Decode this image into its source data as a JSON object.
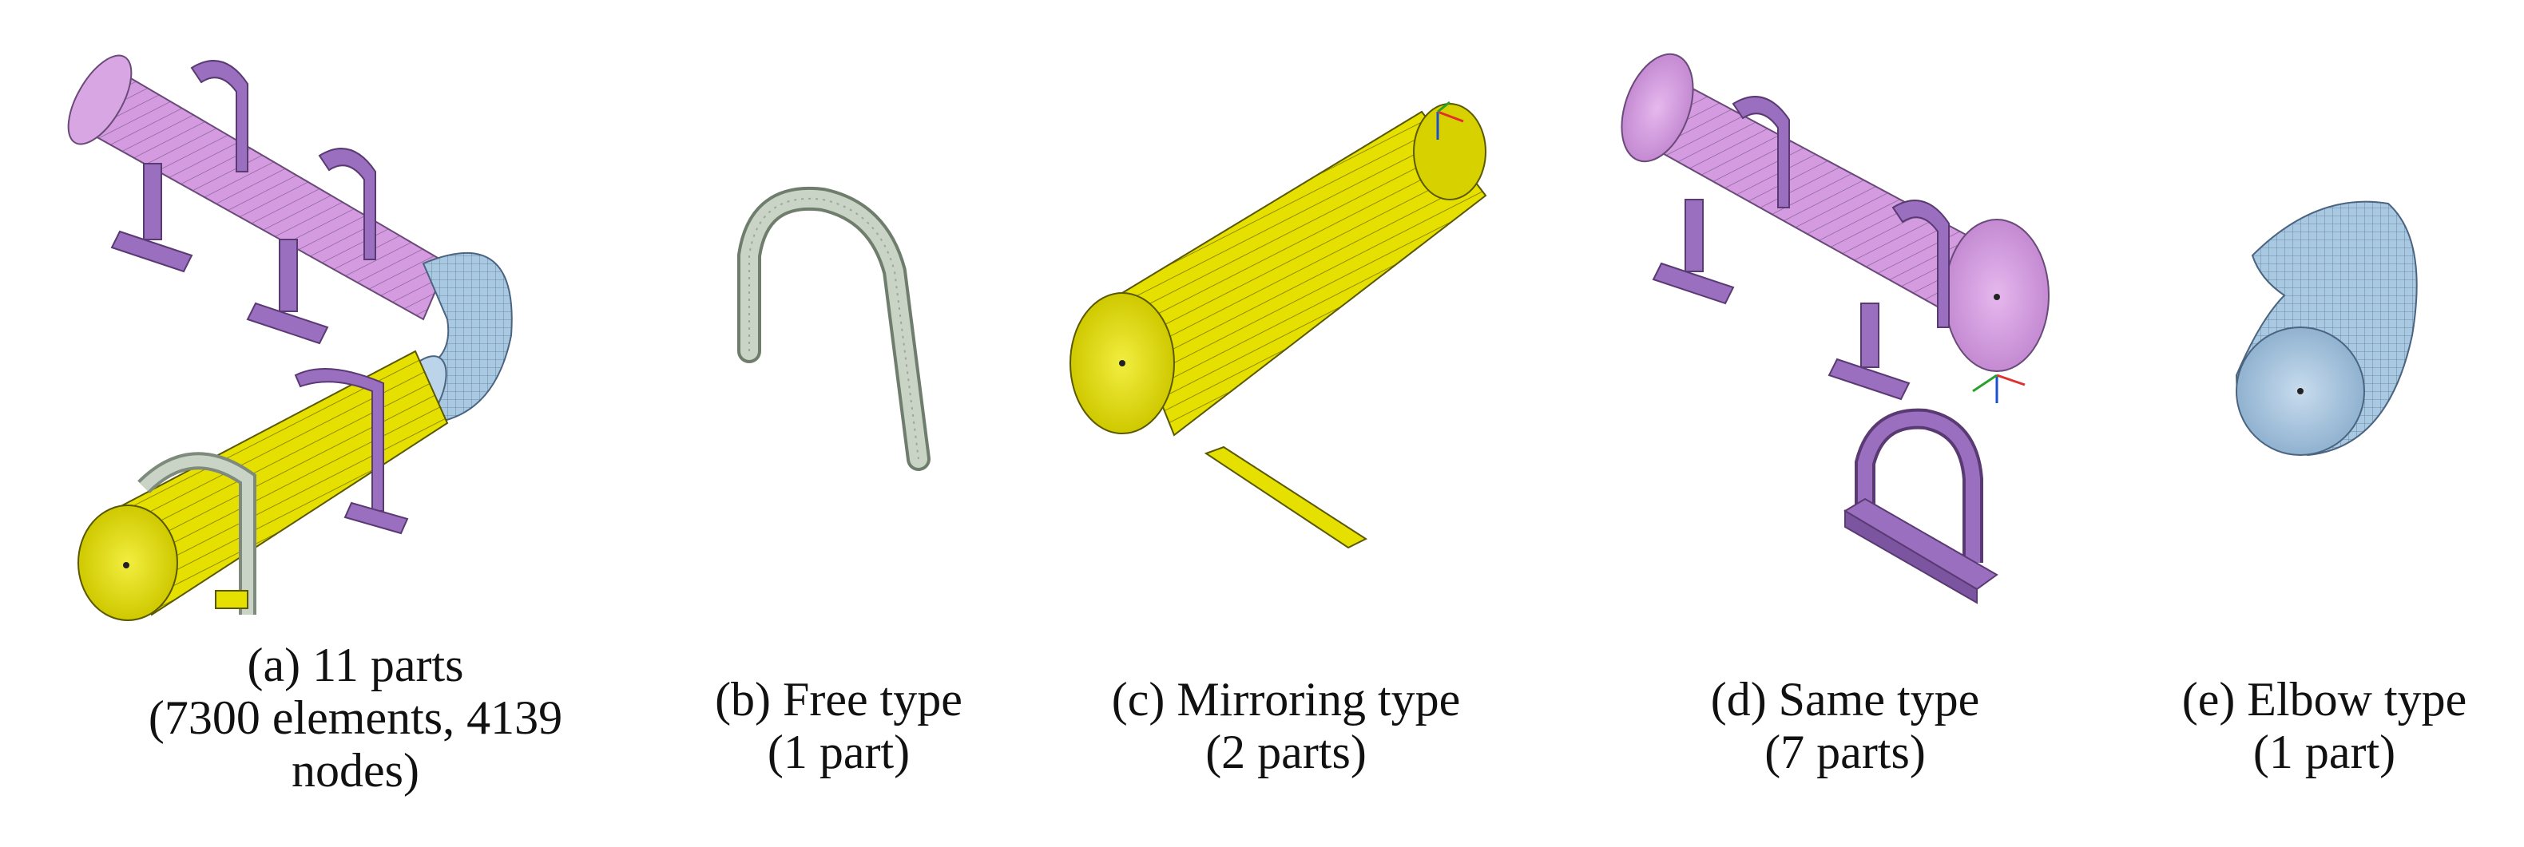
{
  "colors": {
    "pipe_purple": "#d49be0",
    "support_purple": "#9b6fbf",
    "pipe_yellow": "#e6e000",
    "u_bolt_gray": "#c9d4c6",
    "elbow_blue": "#a9c8e2",
    "mesh_line": "#3a3a3a"
  },
  "panels": [
    {
      "id": "a",
      "lines": [
        "(a) 11 parts",
        "(7300 elements, 4139",
        "nodes)"
      ]
    },
    {
      "id": "b",
      "lines": [
        "(b) Free type",
        "(1 part)"
      ]
    },
    {
      "id": "c",
      "lines": [
        "(c) Mirroring type",
        "(2 parts)"
      ]
    },
    {
      "id": "d",
      "lines": [
        "(d) Same type",
        "(7 parts)"
      ]
    },
    {
      "id": "e",
      "lines": [
        "(e) Elbow type",
        "(1 part)"
      ]
    }
  ]
}
